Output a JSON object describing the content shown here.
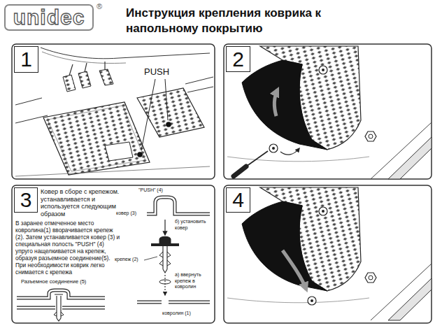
{
  "diagram": {
    "title": "Инструкция крепления коврика к напольному покрытию",
    "nodes": [
      {
        "text": [
          "unidec",
          "®"
        ]
      },
      {
        "text": [
          "1"
        ]
      },
      {
        "text": [
          "2"
        ]
      },
      {
        "text": [
          "3"
        ]
      },
      {
        "text": [
          "4"
        ]
      }
    ],
    "labels": [
      "PUSH",
      "Ковер в сборе с крепежом. устанавливается и используется следующим образом",
      "В заранее отмеченное место ковролина(1) вворачивается крепеж (2). Затем устанавливается ковер (3) и специальная полость \"PUSH\" (4) упруго нащелкивается на крепеж, образуя разъемное соединение(5). При необходимости коврик легко снимается с крепежа",
      "Разъемное соединение (5)",
      "\"PUSH\" (4)",
      "ковер (3)",
      "б) установить ковер",
      "крепеж (2)",
      "а) ввернуть крепеж в ковролин",
      "ковролин (1)"
    ]
  }
}
